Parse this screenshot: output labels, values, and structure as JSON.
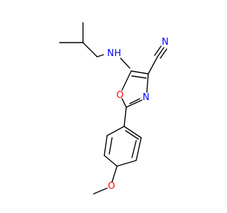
{
  "molecule": {
    "atoms": {
      "nitrile_n": "N",
      "amine_nh": "N",
      "amine_h": "H",
      "ring_n": "N",
      "ring_o": "O",
      "methoxy_o": "O"
    },
    "colors": {
      "bond": "#000000",
      "nitrogen": "#0000ff",
      "oxygen": "#ff0000",
      "background": "#ffffff"
    }
  }
}
